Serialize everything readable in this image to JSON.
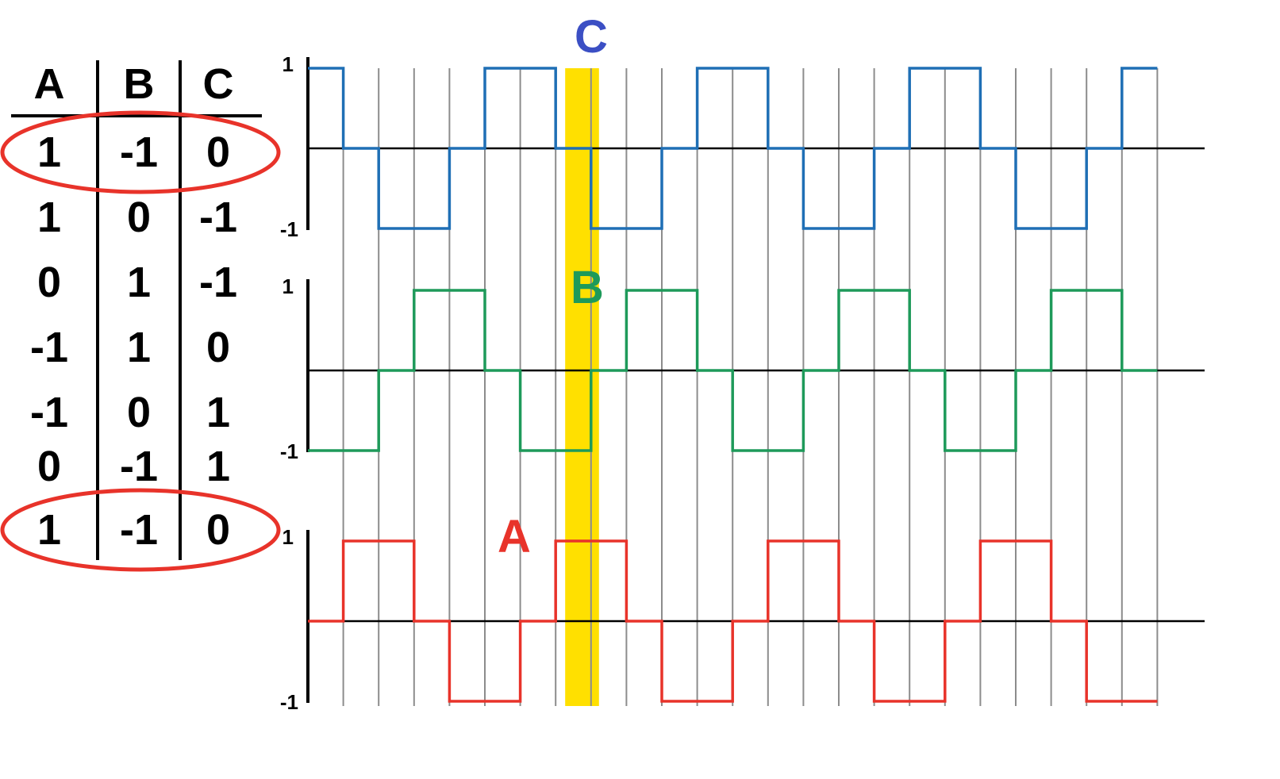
{
  "table": {
    "headers": [
      "A",
      "B",
      "C"
    ],
    "rows": [
      [
        "1",
        "-1",
        "0"
      ],
      [
        "1",
        "0",
        "-1"
      ],
      [
        "0",
        "1",
        "-1"
      ],
      [
        "-1",
        "1",
        "0"
      ],
      [
        "-1",
        "0",
        "1"
      ],
      [
        "0",
        "-1",
        "1"
      ],
      [
        "1",
        "-1",
        "0"
      ]
    ],
    "circled_rows": [
      0,
      6
    ],
    "circle_color": "#e8332a"
  },
  "waveforms": {
    "step_count": 24,
    "highlight_step": 7,
    "highlight_color": "#ffe000",
    "grid_color": "#8c8c8c",
    "axis_tick_labels": {
      "top": "1",
      "bottom": "-1"
    },
    "signals": [
      {
        "label": "C",
        "color": "#1f6fb5",
        "label_color": "#3b4fc4",
        "values": [
          1,
          0,
          -1,
          -1,
          0,
          1,
          1,
          0,
          -1,
          -1,
          0,
          1,
          1,
          0,
          -1,
          -1,
          0,
          1,
          1,
          0,
          -1,
          -1,
          0,
          1
        ]
      },
      {
        "label": "B",
        "color": "#1e9a5a",
        "label_color": "#1e9a5a",
        "values": [
          -1,
          -1,
          0,
          1,
          1,
          0,
          -1,
          -1,
          0,
          1,
          1,
          0,
          -1,
          -1,
          0,
          1,
          1,
          0,
          -1,
          -1,
          0,
          1,
          1,
          0
        ]
      },
      {
        "label": "A",
        "color": "#e8332a",
        "label_color": "#e8332a",
        "values": [
          0,
          1,
          1,
          0,
          -1,
          -1,
          0,
          1,
          1,
          0,
          -1,
          -1,
          0,
          1,
          1,
          0,
          -1,
          -1,
          0,
          1,
          1,
          0,
          -1,
          -1
        ]
      }
    ]
  }
}
